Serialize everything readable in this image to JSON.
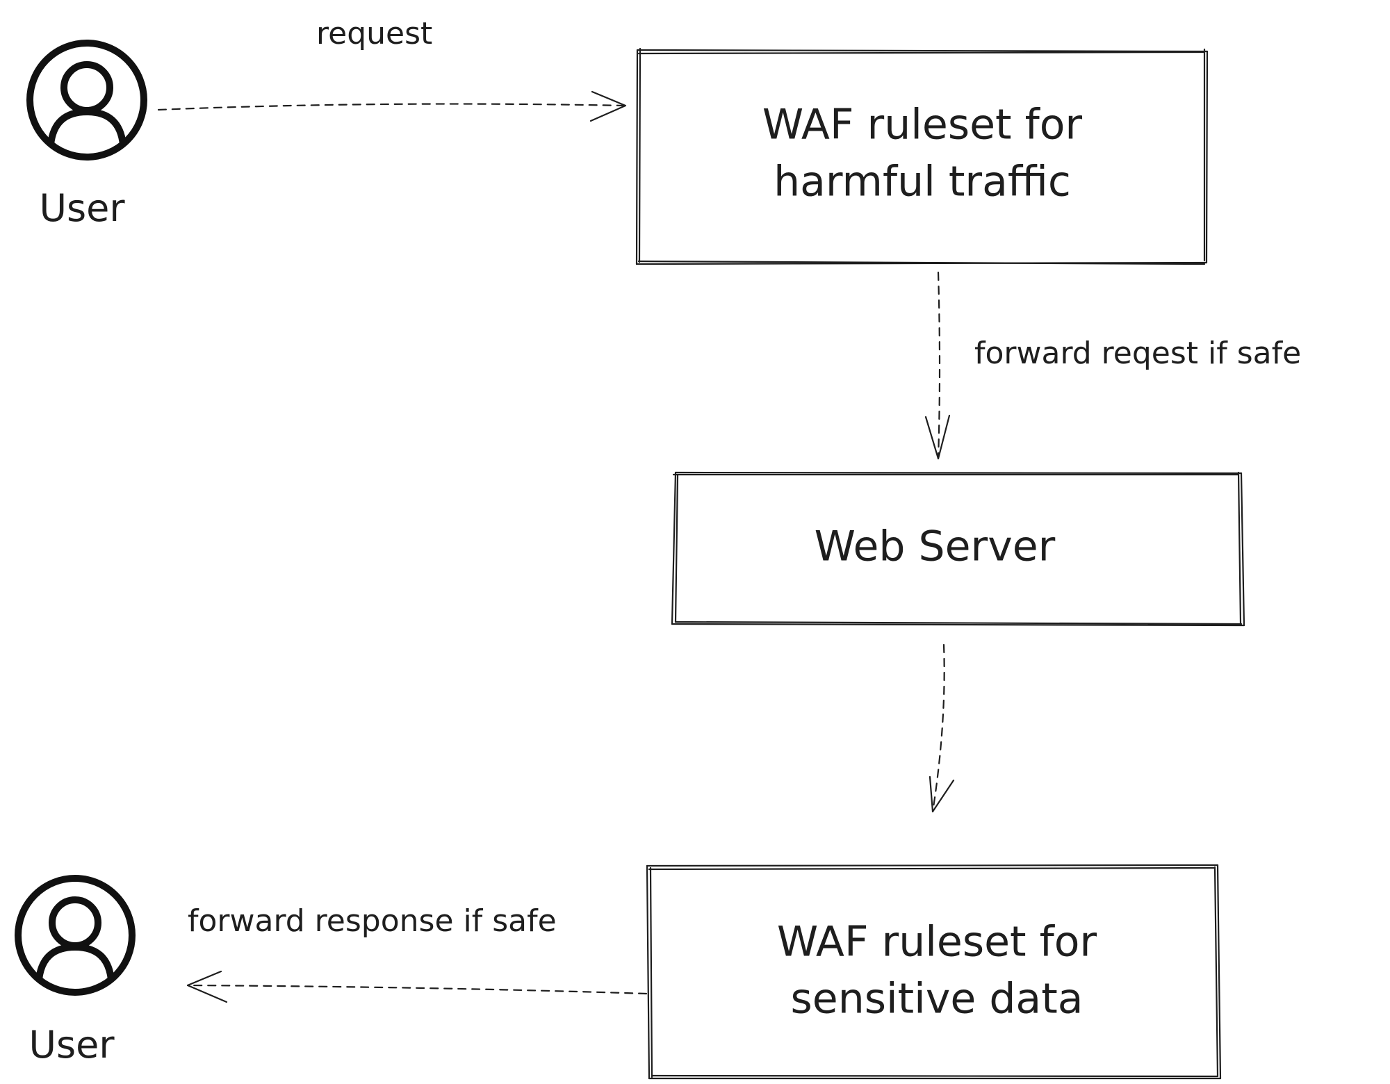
{
  "diagram": {
    "actors": [
      {
        "id": "user-top",
        "label": "User"
      },
      {
        "id": "user-bottom",
        "label": "User"
      }
    ],
    "nodes": [
      {
        "id": "waf-inbound",
        "lines": [
          "WAF ruleset for",
          "harmful traffic"
        ]
      },
      {
        "id": "web-server",
        "lines": [
          "Web Server"
        ]
      },
      {
        "id": "waf-outbound",
        "lines": [
          "WAF ruleset for",
          "sensitive data"
        ]
      }
    ],
    "edges": [
      {
        "from": "user-top",
        "to": "waf-inbound",
        "label": "request",
        "style": "dashed"
      },
      {
        "from": "waf-inbound",
        "to": "web-server",
        "label": "forward reqest if safe",
        "style": "dashed"
      },
      {
        "from": "web-server",
        "to": "waf-outbound",
        "label": "",
        "style": "dashed"
      },
      {
        "from": "waf-outbound",
        "to": "user-bottom",
        "label": "forward response if safe",
        "style": "dashed"
      }
    ]
  }
}
